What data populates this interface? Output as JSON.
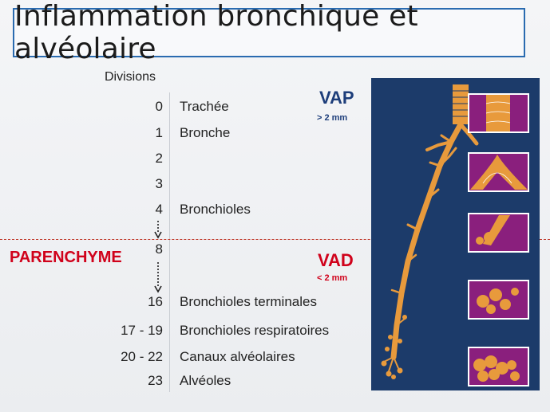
{
  "title": "Inflammation bronchique et alvéolaire",
  "divisions_label": "Divisions",
  "rows": [
    {
      "num": "0",
      "name": "Trachée"
    },
    {
      "num": "1",
      "name": "Bronche"
    },
    {
      "num": "2",
      "name": ""
    },
    {
      "num": "3",
      "name": ""
    },
    {
      "num": "4",
      "name": "Bronchioles"
    },
    {
      "num": "8",
      "name": ""
    },
    {
      "num": "16",
      "name": "Bronchioles terminales"
    },
    {
      "num": "17 - 19",
      "name": "Bronchioles respiratoires"
    },
    {
      "num": "20 - 22",
      "name": "Canaux alvéolaires"
    },
    {
      "num": "23",
      "name": "Alvéoles"
    }
  ],
  "parenchyme_label": "PARENCHYME",
  "vap": {
    "label": "VAP",
    "sub": "> 2 mm"
  },
  "vad": {
    "label": "VAD",
    "sub": "< 2 mm"
  },
  "colors": {
    "panel_bg": "#1c3b6a",
    "airway": "#e89a3c",
    "inset_bg": "#8a1f7d",
    "vap": "#1d3d7a",
    "vad": "#d0021b",
    "title_border": "#2a6bb0"
  },
  "icons": [
    "airway-tree-illustration"
  ]
}
